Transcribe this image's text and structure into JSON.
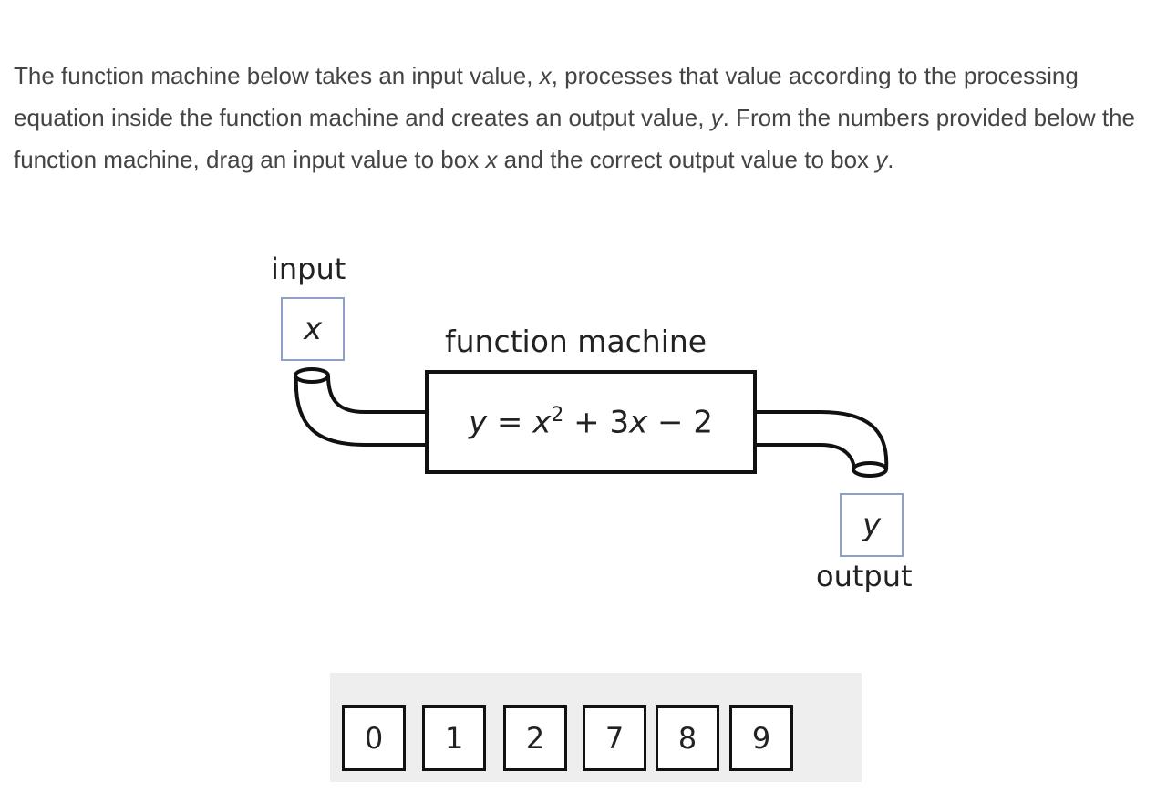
{
  "instructions": {
    "part1": "The function machine below takes an input value, ",
    "var_x1": "x",
    "part2": ", processes that value according to the processing equation inside the function machine and creates an output value, ",
    "var_y1": "y",
    "part3": ". From the numbers provided below the function machine, drag an input value to box ",
    "var_x2": "x",
    "part4": " and the correct output value to box ",
    "var_y2": "y",
    "part5": "."
  },
  "diagram": {
    "input_label": "input",
    "input_box": "x",
    "machine_label": "function machine",
    "equation": {
      "lhs": "y",
      "eq": " = ",
      "base": "x",
      "exp": "2",
      "rest": " + 3",
      "var": "x",
      "tail": " − 2"
    },
    "output_box": "y",
    "output_label": "output"
  },
  "tiles": [
    "0",
    "1",
    "2",
    "7",
    "8",
    "9"
  ]
}
